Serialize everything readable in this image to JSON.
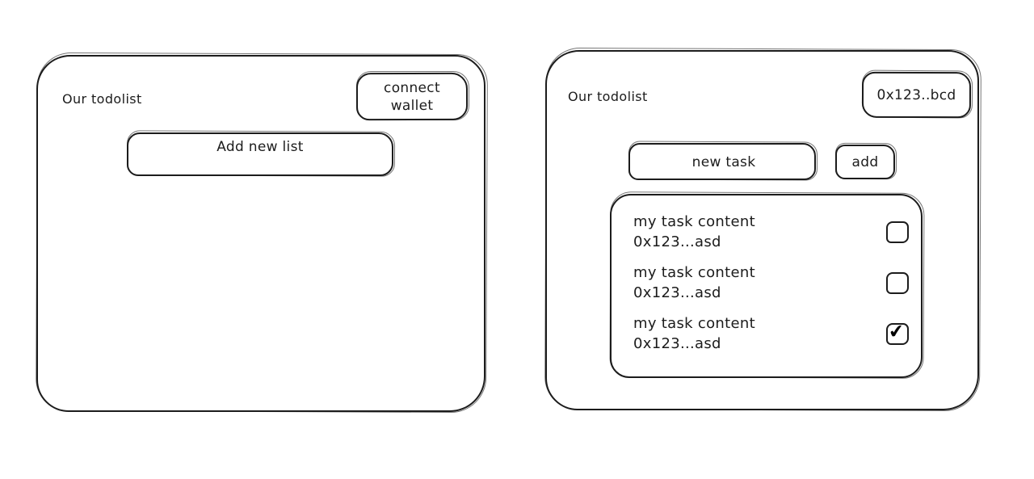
{
  "app": {
    "stroke_color": "#1c1c1c",
    "background_color": "#ffffff"
  },
  "left_panel": {
    "title": "Our todolist",
    "connect_wallet_button": {
      "line1": "connect",
      "line2": "wallet"
    },
    "add_new_list_button": {
      "label": "Add new list"
    }
  },
  "right_panel": {
    "title": "Our todolist",
    "wallet_address_button": {
      "label": "0x123..bcd"
    },
    "new_task_input": {
      "placeholder": "new task"
    },
    "add_button": {
      "label": "add"
    },
    "task_list": {
      "tasks": [
        {
          "content": "my task content",
          "address": "0x123...asd",
          "checked": false
        },
        {
          "content": "my task content",
          "address": "0x123...asd",
          "checked": false
        },
        {
          "content": "my task content",
          "address": "0x123...asd",
          "checked": true
        }
      ]
    }
  },
  "icons": {
    "check": "✔"
  }
}
